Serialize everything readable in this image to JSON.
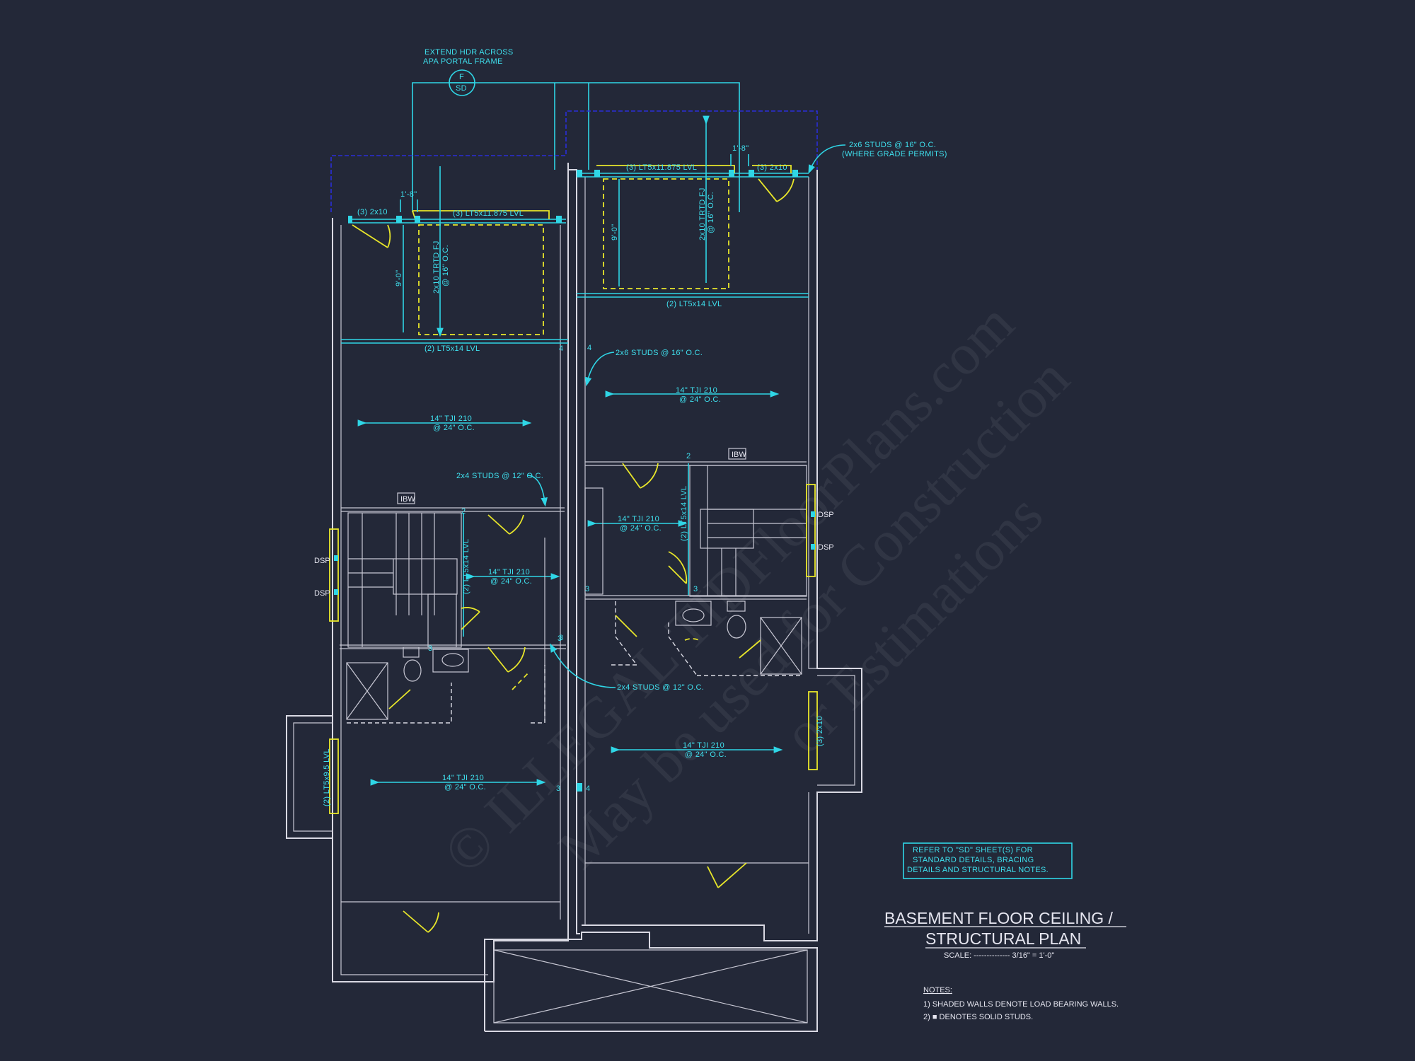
{
  "header_note": {
    "line1": "EXTEND HDR ACROSS",
    "line2": "APA PORTAL FRAME",
    "tag_top": "F",
    "tag_bottom": "SD"
  },
  "beams": {
    "left_top": "(3) LT5x11.875 LVL",
    "left_2x10": "(3) 2x10",
    "left_mid": "(2) LT5x14 LVL",
    "right_top": "(3) LT5x11.875 LVL",
    "right_2x10": "(3) 2x10",
    "right_mid": "(2) LT5x14 LVL",
    "left_stair_vert": "(2) LT5x14 LVL",
    "right_stair_vert": "(2) LT5x14 LVL",
    "left_side": "(2) LT5x9.5 LVL",
    "right_side": "(3) 2x10"
  },
  "joists": {
    "trtd_left": "2x10 TRTD FJ",
    "trtd_left_sp": "@ 16\" O.C.",
    "trtd_right": "2x10 TRTD FJ",
    "trtd_right_sp": "@ 16\" O.C.",
    "tji_a": "14\" TJI 210",
    "tji_a_sp": "@ 24\" O.C.",
    "tji_b": "14\" TJI 210",
    "tji_b_sp": "@ 24\" O.C.",
    "tji_c": "14\" TJI 210",
    "tji_c_sp": "@ 24\" O.C.",
    "tji_d": "14\" TJI 210",
    "tji_d_sp": "@ 24\" O.C.",
    "tji_e": "14\" TJI 210",
    "tji_e_sp": "@ 24\" O.C.",
    "tji_f": "14\" TJI 210",
    "tji_f_sp": "@ 24\" O.C."
  },
  "studs": {
    "top_right_1": "2x6 STUDS @ 16\" O.C.",
    "top_right_2": "(WHERE GRADE PERMITS)",
    "mid": "2x6 STUDS @ 16\" O.C.",
    "left_stair": "2x4 STUDS @ 12\" O.C.",
    "lower": "2x4 STUDS @ 12\" O.C."
  },
  "dims": {
    "left_w": "1'-8\"",
    "right_w": "1'-8\"",
    "left_h": "9'-0\"",
    "right_h": "9'-0\""
  },
  "tags": {
    "ibw": "IBW",
    "dsp": "DSP"
  },
  "refer_box": {
    "line1": "REFER TO \"SD\" SHEET(S) FOR",
    "line2": "STANDARD DETAILS, BRACING",
    "line3": "DETAILS AND STRUCTURAL NOTES."
  },
  "title": {
    "line1": "BASEMENT FLOOR CEILING /",
    "line2": "STRUCTURAL PLAN",
    "scale": "SCALE: -------------- 3/16\" = 1'-0\""
  },
  "notes": {
    "heading": "NOTES:",
    "n1": "1) SHADED WALLS DENOTE LOAD BEARING WALLS.",
    "n2": "2)  ■  DENOTES SOLID STUDS."
  },
  "watermark": {
    "line1": "© ILLEGAL TIDFloorPlans.com",
    "line2": "May be used for Construction",
    "line3": "or Estimations"
  },
  "colors": {
    "background": "#232838",
    "accent": "#2fd6e6",
    "beam": "#e8e62a",
    "wall": "#d9d9e3"
  }
}
